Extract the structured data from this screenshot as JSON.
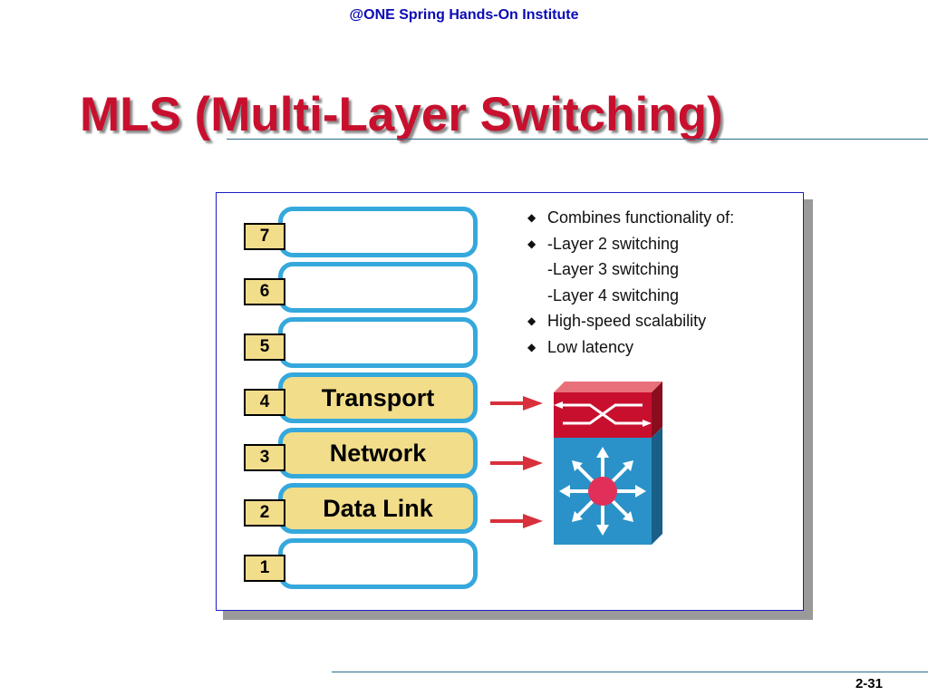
{
  "header": {
    "text": "@ONE Spring  Hands-On Institute"
  },
  "title": "MLS (Multi-Layer Switching)",
  "footer": {
    "page": "2-31"
  },
  "diagram": {
    "layers": [
      {
        "number": "7",
        "label": "",
        "active": false
      },
      {
        "number": "6",
        "label": "",
        "active": false
      },
      {
        "number": "5",
        "label": "",
        "active": false
      },
      {
        "number": "4",
        "label": "Transport",
        "active": true
      },
      {
        "number": "3",
        "label": "Network",
        "active": true
      },
      {
        "number": "2",
        "label": "Data Link",
        "active": true
      },
      {
        "number": "1",
        "label": "",
        "active": false
      }
    ],
    "bullets": [
      {
        "text": "Combines functionality of:",
        "marker": true
      },
      {
        "text": "-Layer 2 switching",
        "marker": true
      },
      {
        "text": "-Layer 3 switching",
        "marker": false
      },
      {
        "text": "-Layer 4 switching",
        "marker": false
      },
      {
        "text": "High-speed scalability",
        "marker": true
      },
      {
        "text": "Low latency",
        "marker": true
      }
    ],
    "colors": {
      "layer_border": "#35a8dc",
      "layer_fill_active": "#f2dd8a",
      "arrow": "#d8303c",
      "device_top": "#c8102e",
      "device_body": "#2a92c8",
      "title": "#c8102e",
      "header": "#0a0ab4"
    },
    "icons": [
      "multilayer-switch-icon",
      "arrow-right-icon",
      "diamond-bullet-icon"
    ]
  }
}
